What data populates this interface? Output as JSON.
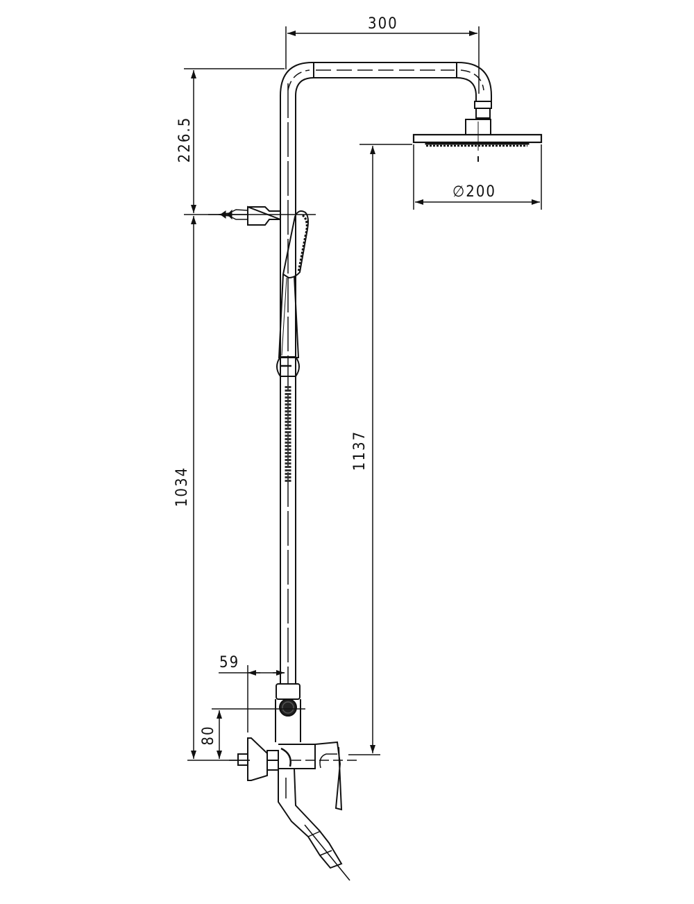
{
  "drawing": {
    "title": "Shower column technical drawing (side elevation)",
    "units": "mm",
    "line_color": "#111111",
    "background": "#ffffff"
  },
  "dimensions": {
    "arm_reach": {
      "label": "300",
      "orientation": "horizontal"
    },
    "arm_height_above_holder": {
      "label": "226.5",
      "orientation": "vertical"
    },
    "head_diameter": {
      "label": "∅200",
      "orientation": "horizontal"
    },
    "holder_to_mixer": {
      "label": "1034",
      "orientation": "vertical"
    },
    "head_to_mixer": {
      "label": "1137",
      "orientation": "vertical"
    },
    "wall_offset": {
      "label": "59",
      "orientation": "horizontal"
    },
    "diverter_height": {
      "label": "80",
      "orientation": "vertical"
    }
  },
  "components": [
    {
      "name": "overhead-shower-arm"
    },
    {
      "name": "rain-shower-head"
    },
    {
      "name": "riser-pipe"
    },
    {
      "name": "hand-shower"
    },
    {
      "name": "hand-shower-holder"
    },
    {
      "name": "flexible-hose"
    },
    {
      "name": "diverter"
    },
    {
      "name": "mixer-valve"
    },
    {
      "name": "wall-escutcheon"
    },
    {
      "name": "bath-spout"
    }
  ]
}
